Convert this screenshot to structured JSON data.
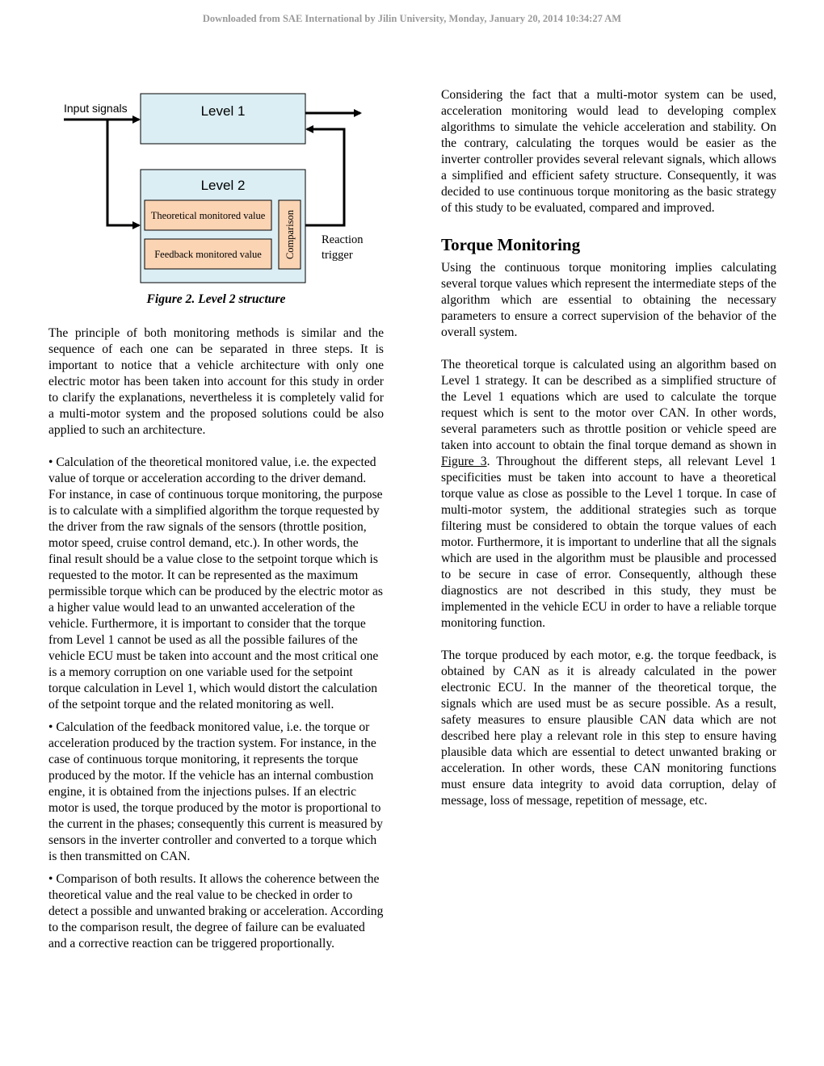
{
  "header": {
    "watermark": "Downloaded from SAE International by Jilin University, Monday, January 20, 2014 10:34:27 AM"
  },
  "figure": {
    "input_signals": "Input signals",
    "level1": "Level 1",
    "level2": "Level 2",
    "theoretical_box": "Theoretical monitored value",
    "feedback_box": "Feedback monitored value",
    "comparison": "Comparison",
    "reaction_line1": "Reaction",
    "reaction_line2": "trigger",
    "caption": "Figure 2. Level 2 structure",
    "colors": {
      "level_fill": "#dbeef3",
      "box_fill": "#fbd4b4"
    }
  },
  "left": {
    "p1": "The principle of both monitoring methods is similar and the sequence of each one can be separated in three steps. It is important to notice that a vehicle architecture with only one electric motor has been taken into account for this study in order to clarify the explanations, nevertheless it is completely valid for a multi-motor system and the proposed solutions could be also applied to such an architecture.",
    "b1": "• Calculation of the theoretical monitored value, i.e. the expected value of torque or acceleration according to the driver demand. For instance, in case of continuous torque monitoring, the purpose is to calculate with a simplified algorithm the torque requested by the driver from the raw signals of the sensors (throttle position, motor speed, cruise control demand, etc.). In other words, the final result should be a value close to the setpoint torque which is requested to the motor. It can be represented as the maximum permissible torque which can be produced by the electric motor as a higher value would lead to an unwanted acceleration of the vehicle. Furthermore, it is important to consider that the torque from Level 1 cannot be used as all the possible failures of the vehicle ECU must be taken into account and the most critical one is a memory corruption on one variable used for the setpoint torque calculation in Level 1, which would distort the calculation of the setpoint torque and the related monitoring as well.",
    "b2": "• Calculation of the feedback monitored value, i.e. the torque or acceleration produced by the traction system. For instance, in the case of continuous torque monitoring, it represents the torque produced by the motor. If the vehicle has an internal combustion engine, it is obtained from the injections pulses. If an electric motor is used, the torque produced by the motor is proportional to the current in the phases; consequently this current is measured by sensors in the inverter controller and converted to a torque which is then transmitted on CAN.",
    "b3": "• Comparison of both results. It allows the coherence between the theoretical value and the real value to be checked in order to detect a possible and unwanted braking or acceleration. According to the comparison result, the degree of failure can be evaluated and a corrective reaction can be triggered proportionally."
  },
  "right": {
    "p1": "Considering the fact that a multi-motor system can be used, acceleration monitoring would lead to developing complex algorithms to simulate the vehicle acceleration and stability. On the contrary, calculating the torques would be easier as the inverter controller provides several relevant signals, which allows a simplified and efficient safety structure. Consequently, it was decided to use continuous torque monitoring as the basic strategy of this study to be evaluated, compared and improved.",
    "heading": "Torque Monitoring",
    "p2": "Using the continuous torque monitoring implies calculating several torque values which represent the intermediate steps of the algorithm which are essential to obtaining the necessary parameters to ensure a correct supervision of the behavior of the overall system.",
    "p3_before": "The theoretical torque is calculated using an algorithm based on Level 1 strategy. It can be described as a simplified structure of the Level 1 equations which are used to calculate the torque request which is sent to the motor over CAN. In other words, several parameters such as throttle position or vehicle speed are taken into account to obtain the final torque demand as shown in ",
    "p3_link": "Figure 3",
    "p3_after": ". Throughout the different steps, all relevant Level 1 specificities must be taken into account to have a theoretical torque value as close as possible to the Level 1 torque. In case of multi-motor system, the additional strategies such as torque filtering must be considered to obtain the torque values of each motor. Furthermore, it is important to underline that all the signals which are used in the algorithm must be plausible and processed to be secure in case of error. Consequently, although these diagnostics are not described in this study, they must be implemented in the vehicle ECU in order to have a reliable torque monitoring function.",
    "p4": "The torque produced by each motor, e.g. the torque feedback, is obtained by CAN as it is already calculated in the power electronic ECU. In the manner of the theoretical torque, the signals which are used must be as secure possible. As a result, safety measures to ensure plausible CAN data which are not described here play a relevant role in this step to ensure having plausible data which are essential to detect unwanted braking or acceleration. In other words, these CAN monitoring functions must ensure data integrity to avoid data corruption, delay of message, loss of message, repetition of message, etc."
  }
}
